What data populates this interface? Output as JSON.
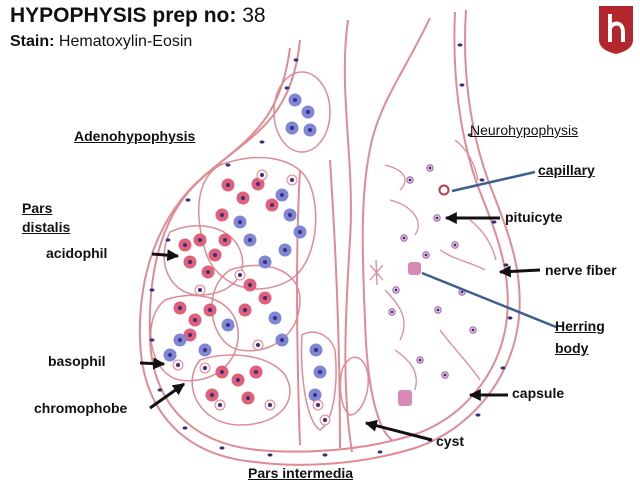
{
  "header": {
    "title_label": "HYPOPHYSIS prep no:",
    "prep_number": "38",
    "stain_label": "Stain:",
    "stain_value": "Hematoxylin-Eosin"
  },
  "regions": {
    "adenohypophysis": "Adenohypophysis",
    "neurohypophysis": "Neurohypophysis",
    "pars_distalis_line1": "Pars",
    "pars_distalis_line2": "distalis",
    "pars_intermedia": "Pars intermedia"
  },
  "labels": {
    "acidophil": "acidophil",
    "basophil": "basophil",
    "chromophobe": "chromophobe",
    "capillary": "capillary",
    "pituicyte": "pituicyte",
    "nerve_fiber": "nerve fiber",
    "herring_line1": "Herring",
    "herring_line2": "body",
    "capsule": "capsule",
    "cyst": "cyst"
  },
  "colors": {
    "outline": "#e08a94",
    "acidophil": "#e0607a",
    "basophil": "#7f86d8",
    "nucleus": "#3a2f7a",
    "arrow": "#111111",
    "blue_arrow": "#3b5f8f",
    "logo": "#b3262c"
  }
}
